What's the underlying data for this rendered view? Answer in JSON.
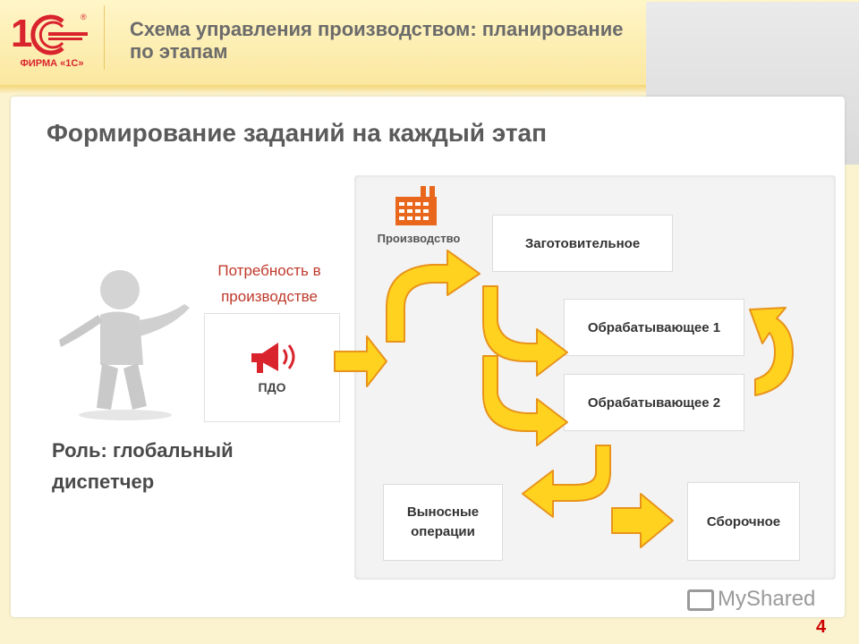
{
  "header": {
    "logo_text": "ФИРМА «1С»",
    "title": "Схема управления производством: планирование по этапам"
  },
  "section_title": "Формирование заданий на каждый этап",
  "left": {
    "need_label": "Потребность в производстве",
    "pdo_label": "ПДО",
    "role_label": "Роль: глобальный диспетчер"
  },
  "diagram": {
    "production_label": "Производство",
    "stages": {
      "zagotovitelnoe": "Заготовительное",
      "obrabatyvayushchee1": "Обрабатывающее 1",
      "obrabatyvayushchee2": "Обрабатывающее 2",
      "vynosnye": "Выносные операции",
      "sborochnoe": "Сборочное"
    }
  },
  "watermark": "MyShared",
  "page_number": "4",
  "colors": {
    "accent_red": "#c0392b",
    "arrow_yellow": "#ffd21f",
    "arrow_outline": "#e8931a"
  }
}
